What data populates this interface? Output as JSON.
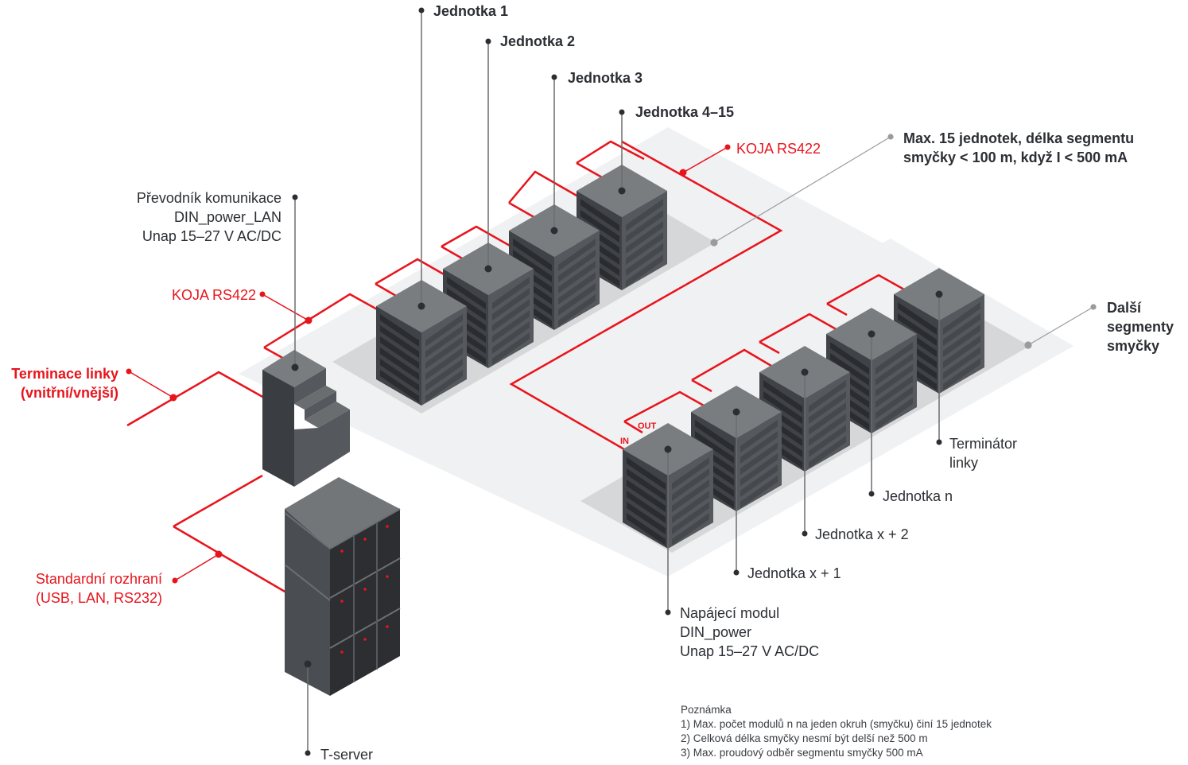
{
  "colors": {
    "accent_red": "#e8141c",
    "text_dark": "#2b2e33",
    "floor_light": "#f0f1f3",
    "floor_shadow": "#d6d7d9",
    "box_top": "#7a7d80",
    "box_left": "#3f4246",
    "box_right": "#55585c",
    "leader_gray": "#9a9b9d"
  },
  "labels": {
    "unit1": "Jednotka 1",
    "unit2": "Jednotka 2",
    "unit3": "Jednotka 3",
    "unit4_15": "Jednotka 4–15",
    "koja_top": "KOJA RS422",
    "max_units_line1": "Max. 15 jednotek, délka segmentu",
    "max_units_line2": "smyčky < 100 m, když I < 500 mA",
    "converter_line1": "Převodník komunikace",
    "converter_line2": "DIN_power_LAN",
    "converter_line3": "Unap 15–27 V AC/DC",
    "koja_left": "KOJA RS422",
    "termination_line1": "Terminace linky",
    "termination_line2": "(vnitřní/vnější)",
    "further_line1": "Další",
    "further_line2": "segmenty",
    "further_line3": "smyčky",
    "terminator_line1": "Terminátor",
    "terminator_line2": "linky",
    "unit_n": "Jednotka n",
    "unit_x2": "Jednotka x + 2",
    "unit_x1": "Jednotka x + 1",
    "power_line1": "Napájecí modul",
    "power_line2": "DIN_power",
    "power_line3": "Unap 15–27 V AC/DC",
    "standard_line1": "Standardní rozhraní",
    "standard_line2": "(USB, LAN, RS232)",
    "tserver": "T-server",
    "in": "IN",
    "out": "OUT"
  },
  "note": {
    "title": "Poznámka",
    "items": [
      "1) Max. počet modulů n na jeden okruh (smyčku) činí 15 jednotek",
      "2) Celková délka smyčky nesmí být delší než 500 m",
      "3) Max. proudový odběr segmentu smyčky 500 mA"
    ]
  }
}
